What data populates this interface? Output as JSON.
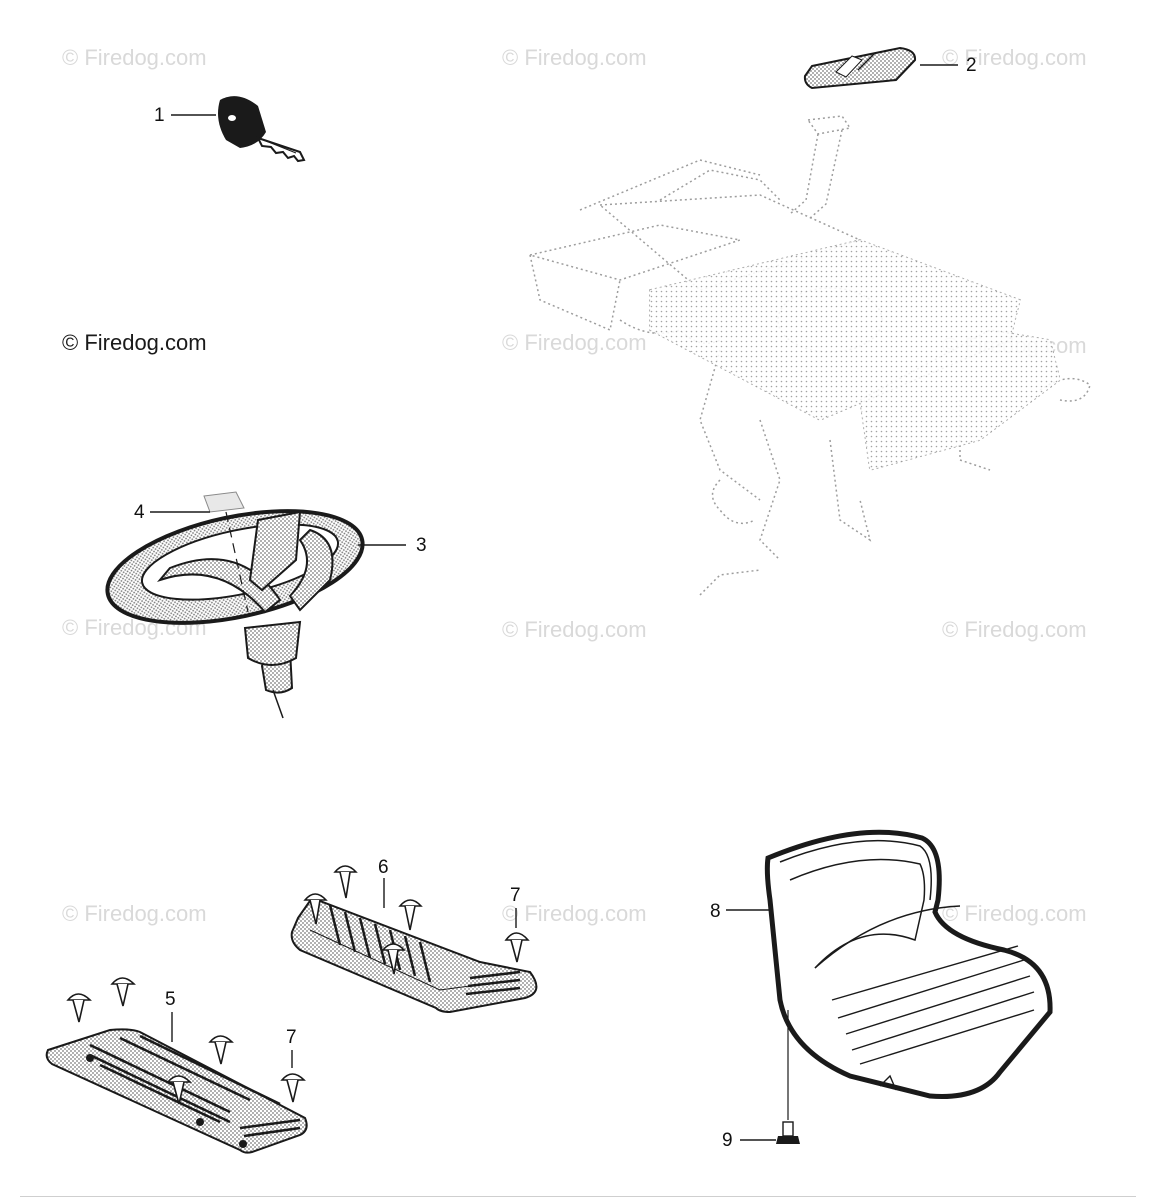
{
  "watermark": "© Firedog.com",
  "copyright": "© Firedog.com",
  "callouts": [
    "1",
    "2",
    "3",
    "4",
    "5",
    "6",
    "7",
    "7",
    "8",
    "9"
  ],
  "colors": {
    "line": "#1a1a1a",
    "shade": "#bdbdbd",
    "watermark": "#d9d9d9",
    "frame": "#b5b5b5"
  }
}
